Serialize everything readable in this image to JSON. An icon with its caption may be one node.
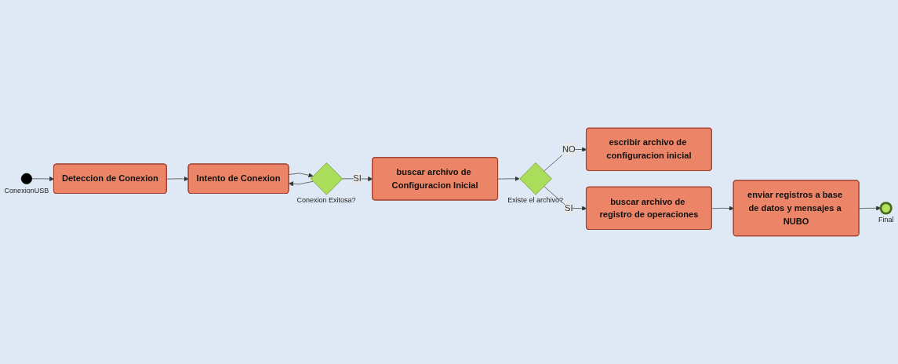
{
  "diagram": {
    "nodes": [
      {
        "text": [],
        "shape": "circle",
        "beside": [
          "ConexionUSB"
        ]
      },
      {
        "text": [
          "Deteccion de Conexion"
        ]
      },
      {
        "text": [
          "Intento de Conexion"
        ]
      },
      {
        "text": [],
        "shape": "diamond",
        "beside": [
          "Conexion Exitosa?"
        ]
      },
      {
        "text": [
          "buscar archivo de Configuracion Inicial"
        ]
      },
      {
        "text": [],
        "shape": "diamond",
        "beside": [
          "Existe el archivo?"
        ]
      },
      {
        "text": [
          "escribir archivo de configuracion inicial"
        ]
      },
      {
        "text": [
          "buscar archivo de registro de operaciones"
        ]
      },
      {
        "text": [
          "enviar registros a base de datos y mensajes a NUBO"
        ]
      },
      {
        "text": [],
        "shape": "circle",
        "beside": [
          "Final"
        ]
      }
    ],
    "edges": [
      {
        "from": 0,
        "to": 1,
        "arrow": "to"
      },
      {
        "from": 1,
        "to": 2,
        "arrow": "to"
      },
      {
        "from": 2,
        "to": 3,
        "arrow": "to"
      },
      {
        "from": 3,
        "to": 2,
        "arrow": "to"
      },
      {
        "from": 3,
        "to": 4,
        "label": "SI",
        "arrow": "to"
      },
      {
        "from": 4,
        "to": 5,
        "arrow": "to"
      },
      {
        "from": 5,
        "to": 6,
        "label": "NO",
        "arrow": "to"
      },
      {
        "from": 5,
        "to": 7,
        "label": "SI",
        "arrow": "to"
      },
      {
        "from": 7,
        "to": 8,
        "arrow": "to"
      },
      {
        "from": 8,
        "to": 9,
        "arrow": "to"
      }
    ]
  }
}
